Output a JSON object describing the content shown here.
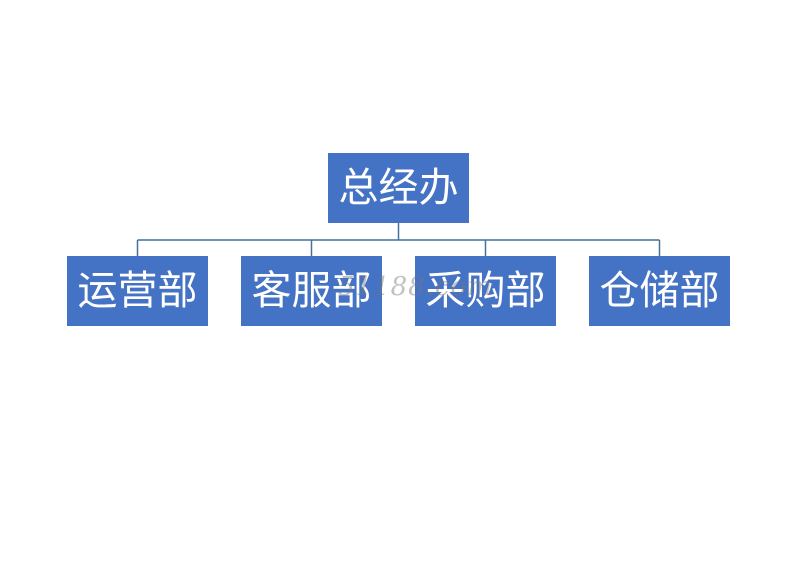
{
  "diagram": {
    "root": {
      "label": "总经办"
    },
    "children": [
      {
        "label": "运营部"
      },
      {
        "label": "客服部"
      },
      {
        "label": "采购部"
      },
      {
        "label": "仓储部"
      }
    ],
    "colors": {
      "box_fill": "#4472c4",
      "box_text": "#ffffff",
      "connector": "#41719c"
    }
  },
  "watermark": {
    "text": "51188.com"
  }
}
